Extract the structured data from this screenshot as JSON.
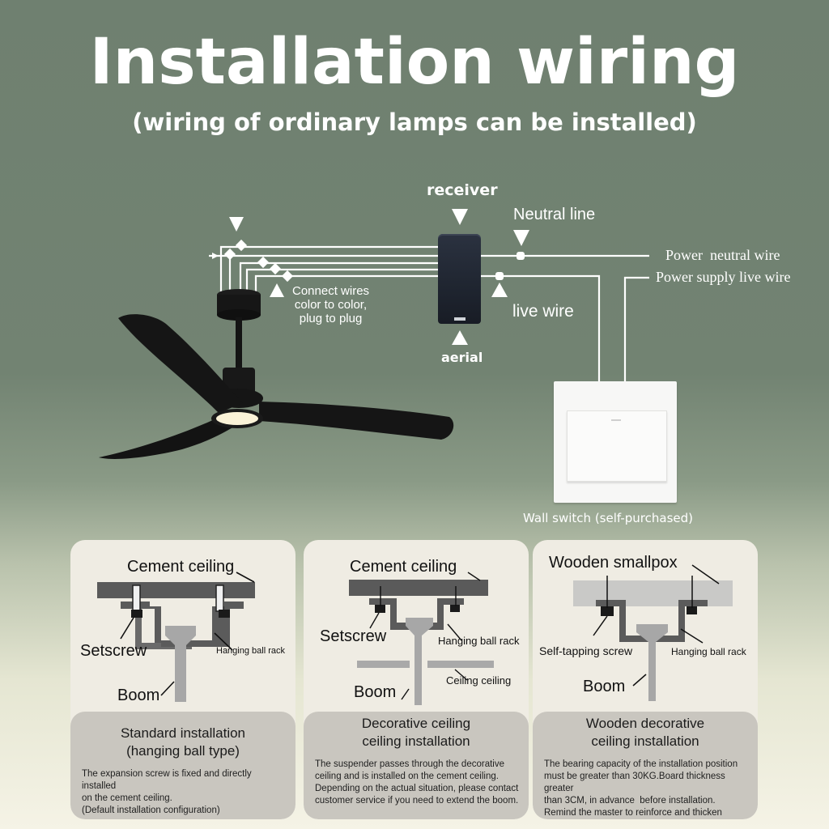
{
  "header": {
    "title": "Installation wiring",
    "subtitle": "(wiring of ordinary lamps can be installed)"
  },
  "wiring": {
    "receiver_label": "receiver",
    "aerial_label": "aerial",
    "neutral_line_label": "Neutral line",
    "live_wire_label": "live wire",
    "connect_note": [
      "Connect wires",
      "color to color,",
      "plug to plug"
    ],
    "power_neutral_label": "Power  neutral wire",
    "power_live_label": "Power supply live wire",
    "wall_switch_label": "Wall switch (self-purchased)"
  },
  "colors": {
    "background_top": "#6f8070",
    "background_bottom": "#f5f3e6",
    "card_bg": "#efece3",
    "card_bottom_bg": "#c9c6bf",
    "wire": "#ffffff",
    "fan": "#1a1a1a"
  },
  "cards": [
    {
      "diagram": {
        "ceiling_label": "Cement ceiling",
        "screw_label": "Setscrew",
        "rack_label": "Hanging ball rack",
        "boom_label": "Boom"
      },
      "title_lines": [
        "Standard installation",
        "(hanging ball type)"
      ],
      "description_lines": [
        "The expansion screw is fixed and directly installed",
        "on the cement ceiling.",
        "(Default installation configuration)"
      ]
    },
    {
      "diagram": {
        "ceiling_label": "Cement ceiling",
        "screw_label": "Setscrew",
        "rack_label": "Hanging ball rack",
        "decor_label": "Ceiling ceiling",
        "boom_label": "Boom"
      },
      "title_lines": [
        "Decorative ceiling",
        "ceiling installation"
      ],
      "description_lines": [
        "The suspender passes through the decorative",
        "ceiling and is installed on the cement ceiling.",
        "Depending on the actual situation, please contact",
        "customer service if you need to extend the boom."
      ]
    },
    {
      "diagram": {
        "ceiling_label": "Wooden smallpox",
        "screw_label": "Self-tapping screw",
        "rack_label": "Hanging ball rack",
        "boom_label": "Boom"
      },
      "title_lines": [
        "Wooden decorative",
        "ceiling installation"
      ],
      "description_lines": [
        "The bearing capacity of the installation position",
        "must be greater than 30KG.Board thickness greater",
        "than 3CM, in advance  before installation.",
        "Remind the master to reinforce and thicken"
      ]
    }
  ]
}
